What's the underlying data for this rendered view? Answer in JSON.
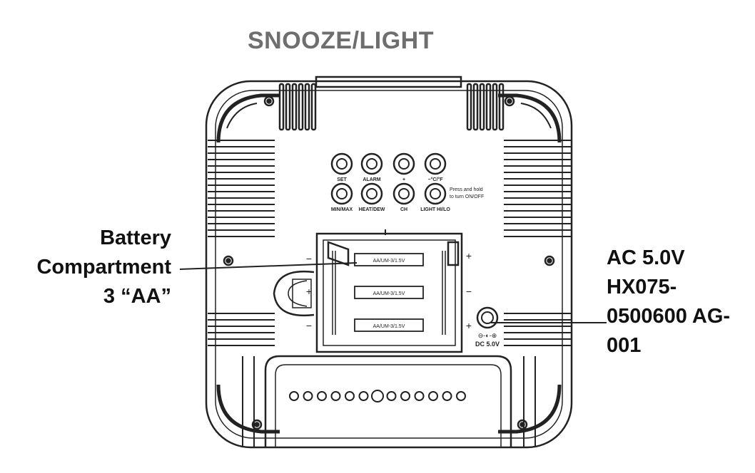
{
  "title": "SNOOZE/LIGHT",
  "callouts": {
    "battery": {
      "lines": [
        "Battery",
        "Compartment",
        "3 “AA”"
      ]
    },
    "ac": {
      "lines": [
        "AC 5.0V",
        "HX075-",
        "0500600 AG-",
        "001"
      ]
    }
  },
  "buttons": {
    "row1": [
      "SET",
      "ALARM",
      "+",
      "−°C/°F"
    ],
    "row2": [
      "MIN/MAX",
      "HEAT/DEW",
      "CH",
      "LIGHT HI/LO"
    ],
    "hint": [
      "Press and hold",
      "to turn ON/OFF"
    ]
  },
  "battery_cells": [
    "AA/UM-3/1.5V",
    "AA/UM-3/1.5V",
    "AA/UM-3/1.5V"
  ],
  "polarity": {
    "left": [
      "−",
      "+",
      "−"
    ],
    "right": [
      "+",
      "−",
      "+"
    ]
  },
  "dc_jack": {
    "label": "DC 5.0V",
    "symbol": "⊖-◐-⊕"
  },
  "colors": {
    "title": "#6e6e6e",
    "ink": "#111111",
    "device": "#222222"
  }
}
